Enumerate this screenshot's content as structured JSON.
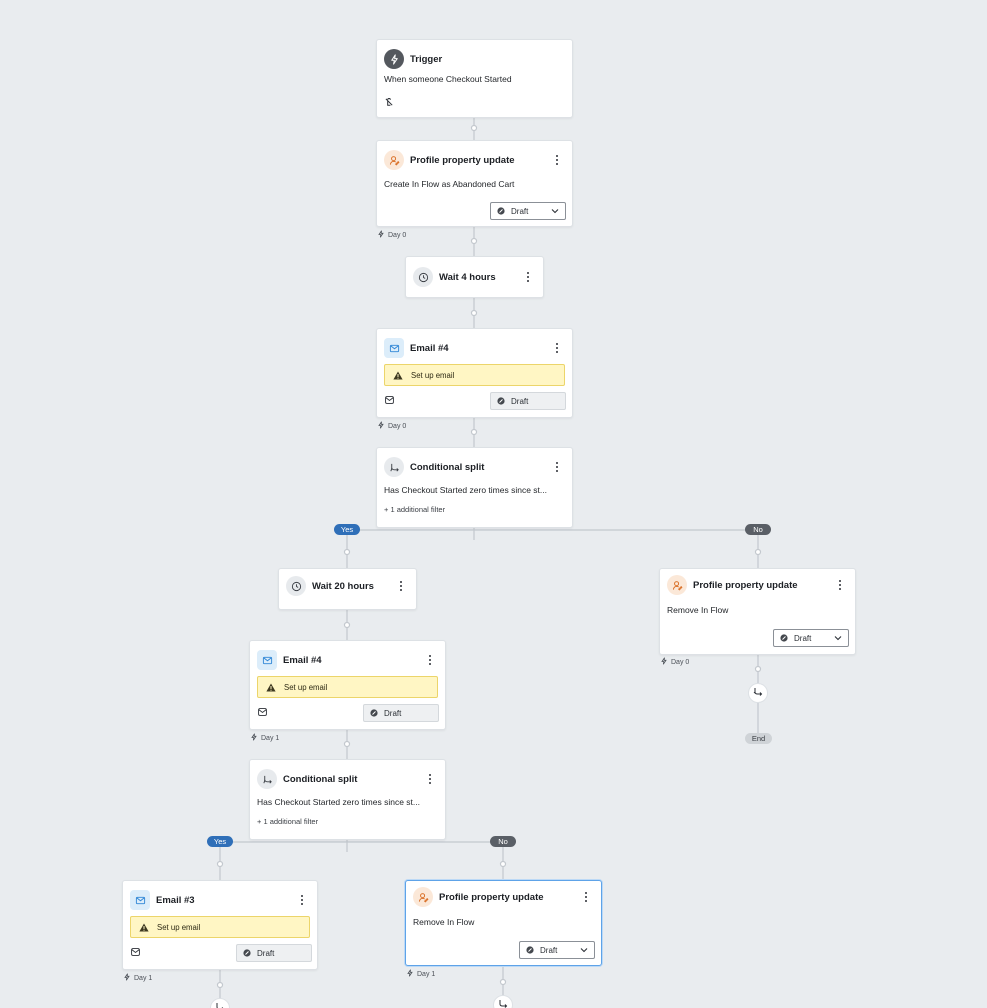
{
  "colors": {
    "canvas_bg": "#e9ecef",
    "connector": "#c3c8ce",
    "yes_pill": "#2f6fb8",
    "no_pill": "#5a5f66",
    "warning_bg": "#fff6c4",
    "selected_border": "#5ea3e8"
  },
  "icons": {
    "trigger": "lightning-icon",
    "profile_update": "user-edit-icon",
    "wait": "clock-icon",
    "email": "envelope-icon",
    "split": "split-icon",
    "warning": "warning-triangle-icon",
    "draft": "draft-status-icon",
    "day": "lightning-small-icon",
    "exit": "exit-branch-icon"
  },
  "trigger": {
    "title": "Trigger",
    "text": "When someone Checkout Started"
  },
  "profile_update_1": {
    "title": "Profile property update",
    "text": "Create In Flow as Abandoned Cart",
    "status": "Draft",
    "day": "Day 0"
  },
  "wait_1": {
    "title": "Wait 4 hours"
  },
  "email_1": {
    "title": "Email #4",
    "warning": "Set up email",
    "status": "Draft",
    "day": "Day 0"
  },
  "split_1": {
    "title": "Conditional split",
    "text": "Has Checkout Started zero times since st...",
    "filter": "+ 1 additional filter",
    "yes_label": "Yes",
    "no_label": "No"
  },
  "wait_2": {
    "title": "Wait 20 hours"
  },
  "profile_update_no_1": {
    "title": "Profile property update",
    "text": "Remove In Flow",
    "status": "Draft",
    "day": "Day 0",
    "end_label": "End"
  },
  "email_2": {
    "title": "Email #4",
    "warning": "Set up email",
    "status": "Draft",
    "day": "Day 1"
  },
  "split_2": {
    "title": "Conditional split",
    "text": "Has Checkout Started zero times since st...",
    "filter": "+ 1 additional filter",
    "yes_label": "Yes",
    "no_label": "No"
  },
  "email_3": {
    "title": "Email #3",
    "warning": "Set up email",
    "status": "Draft",
    "day": "Day 1"
  },
  "profile_update_no_2": {
    "title": "Profile property update",
    "text": "Remove In Flow",
    "status": "Draft",
    "day": "Day 1"
  }
}
